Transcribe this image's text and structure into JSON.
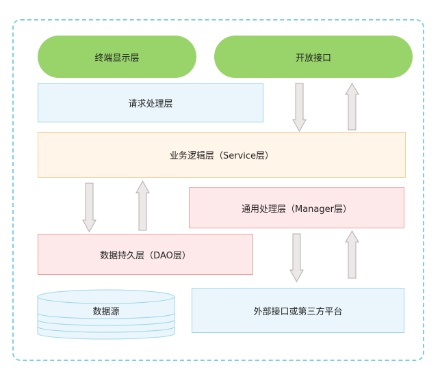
{
  "nodes": {
    "terminal_layer": "终端显示层",
    "open_api": "开放接口",
    "request_layer": "请求处理层",
    "service_layer": "业务逻辑层（Service层）",
    "manager_layer": "通用处理层（Manager层）",
    "dao_layer": "数据持久层（DAO层）",
    "data_source": "数据源",
    "external_platform": "外部接口或第三方平台"
  },
  "colors": {
    "pill_green": "#98d46a",
    "blue_fill": "#eaf6fc",
    "orange_fill": "#fff5e8",
    "pink_fill": "#fde9e9",
    "frame_dash": "#7fcfe0",
    "arrow_fill": "#ece8e8",
    "arrow_stroke": "#b3adad"
  }
}
